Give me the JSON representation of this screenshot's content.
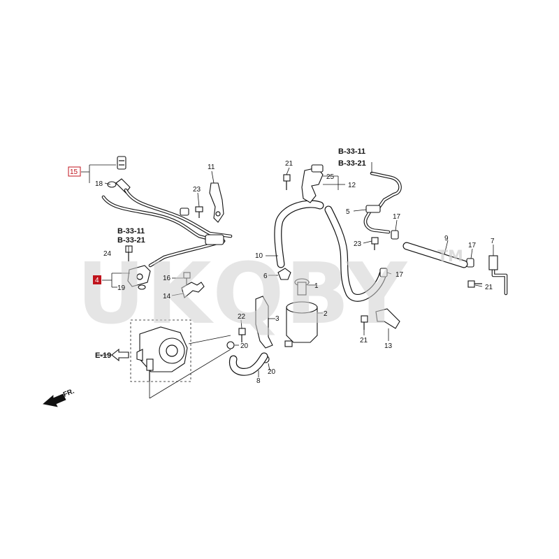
{
  "watermark": {
    "text": "UKQBY",
    "trademark": "TM"
  },
  "direction_marker": {
    "text": "FR."
  },
  "references": [
    {
      "id": "ref-b-33-11-top",
      "text": "B-33-11"
    },
    {
      "id": "ref-b-33-21-top",
      "text": "B-33-21"
    },
    {
      "id": "ref-b-33-11-mid",
      "text": "B-33-11"
    },
    {
      "id": "ref-b-33-21-mid",
      "text": "B-33-21"
    },
    {
      "id": "ref-e-19",
      "text": "E-19"
    }
  ],
  "callouts": [
    {
      "id": "callout-1",
      "text": "1"
    },
    {
      "id": "callout-2",
      "text": "2"
    },
    {
      "id": "callout-3",
      "text": "3"
    },
    {
      "id": "callout-4",
      "text": "4",
      "highlighted": true
    },
    {
      "id": "callout-5",
      "text": "5"
    },
    {
      "id": "callout-6",
      "text": "6"
    },
    {
      "id": "callout-7",
      "text": "7"
    },
    {
      "id": "callout-8",
      "text": "8"
    },
    {
      "id": "callout-9",
      "text": "9"
    },
    {
      "id": "callout-10",
      "text": "10"
    },
    {
      "id": "callout-11",
      "text": "11"
    },
    {
      "id": "callout-12",
      "text": "12"
    },
    {
      "id": "callout-13",
      "text": "13"
    },
    {
      "id": "callout-14",
      "text": "14"
    },
    {
      "id": "callout-15",
      "text": "15",
      "boxed": true
    },
    {
      "id": "callout-16",
      "text": "16"
    },
    {
      "id": "callout-17a",
      "text": "17"
    },
    {
      "id": "callout-17b",
      "text": "17"
    },
    {
      "id": "callout-17c",
      "text": "17"
    },
    {
      "id": "callout-18",
      "text": "18"
    },
    {
      "id": "callout-19",
      "text": "19"
    },
    {
      "id": "callout-20a",
      "text": "20"
    },
    {
      "id": "callout-20b",
      "text": "20"
    },
    {
      "id": "callout-21a",
      "text": "21"
    },
    {
      "id": "callout-21b",
      "text": "21"
    },
    {
      "id": "callout-21c",
      "text": "21"
    },
    {
      "id": "callout-22",
      "text": "22"
    },
    {
      "id": "callout-23a",
      "text": "23"
    },
    {
      "id": "callout-23b",
      "text": "23"
    },
    {
      "id": "callout-24",
      "text": "24"
    },
    {
      "id": "callout-25",
      "text": "25"
    }
  ],
  "colors": {
    "line": "#111111",
    "highlight": "#c0131c",
    "box_outline": "#c0131c",
    "watermark": "#cfcfcf",
    "background": "#ffffff"
  }
}
